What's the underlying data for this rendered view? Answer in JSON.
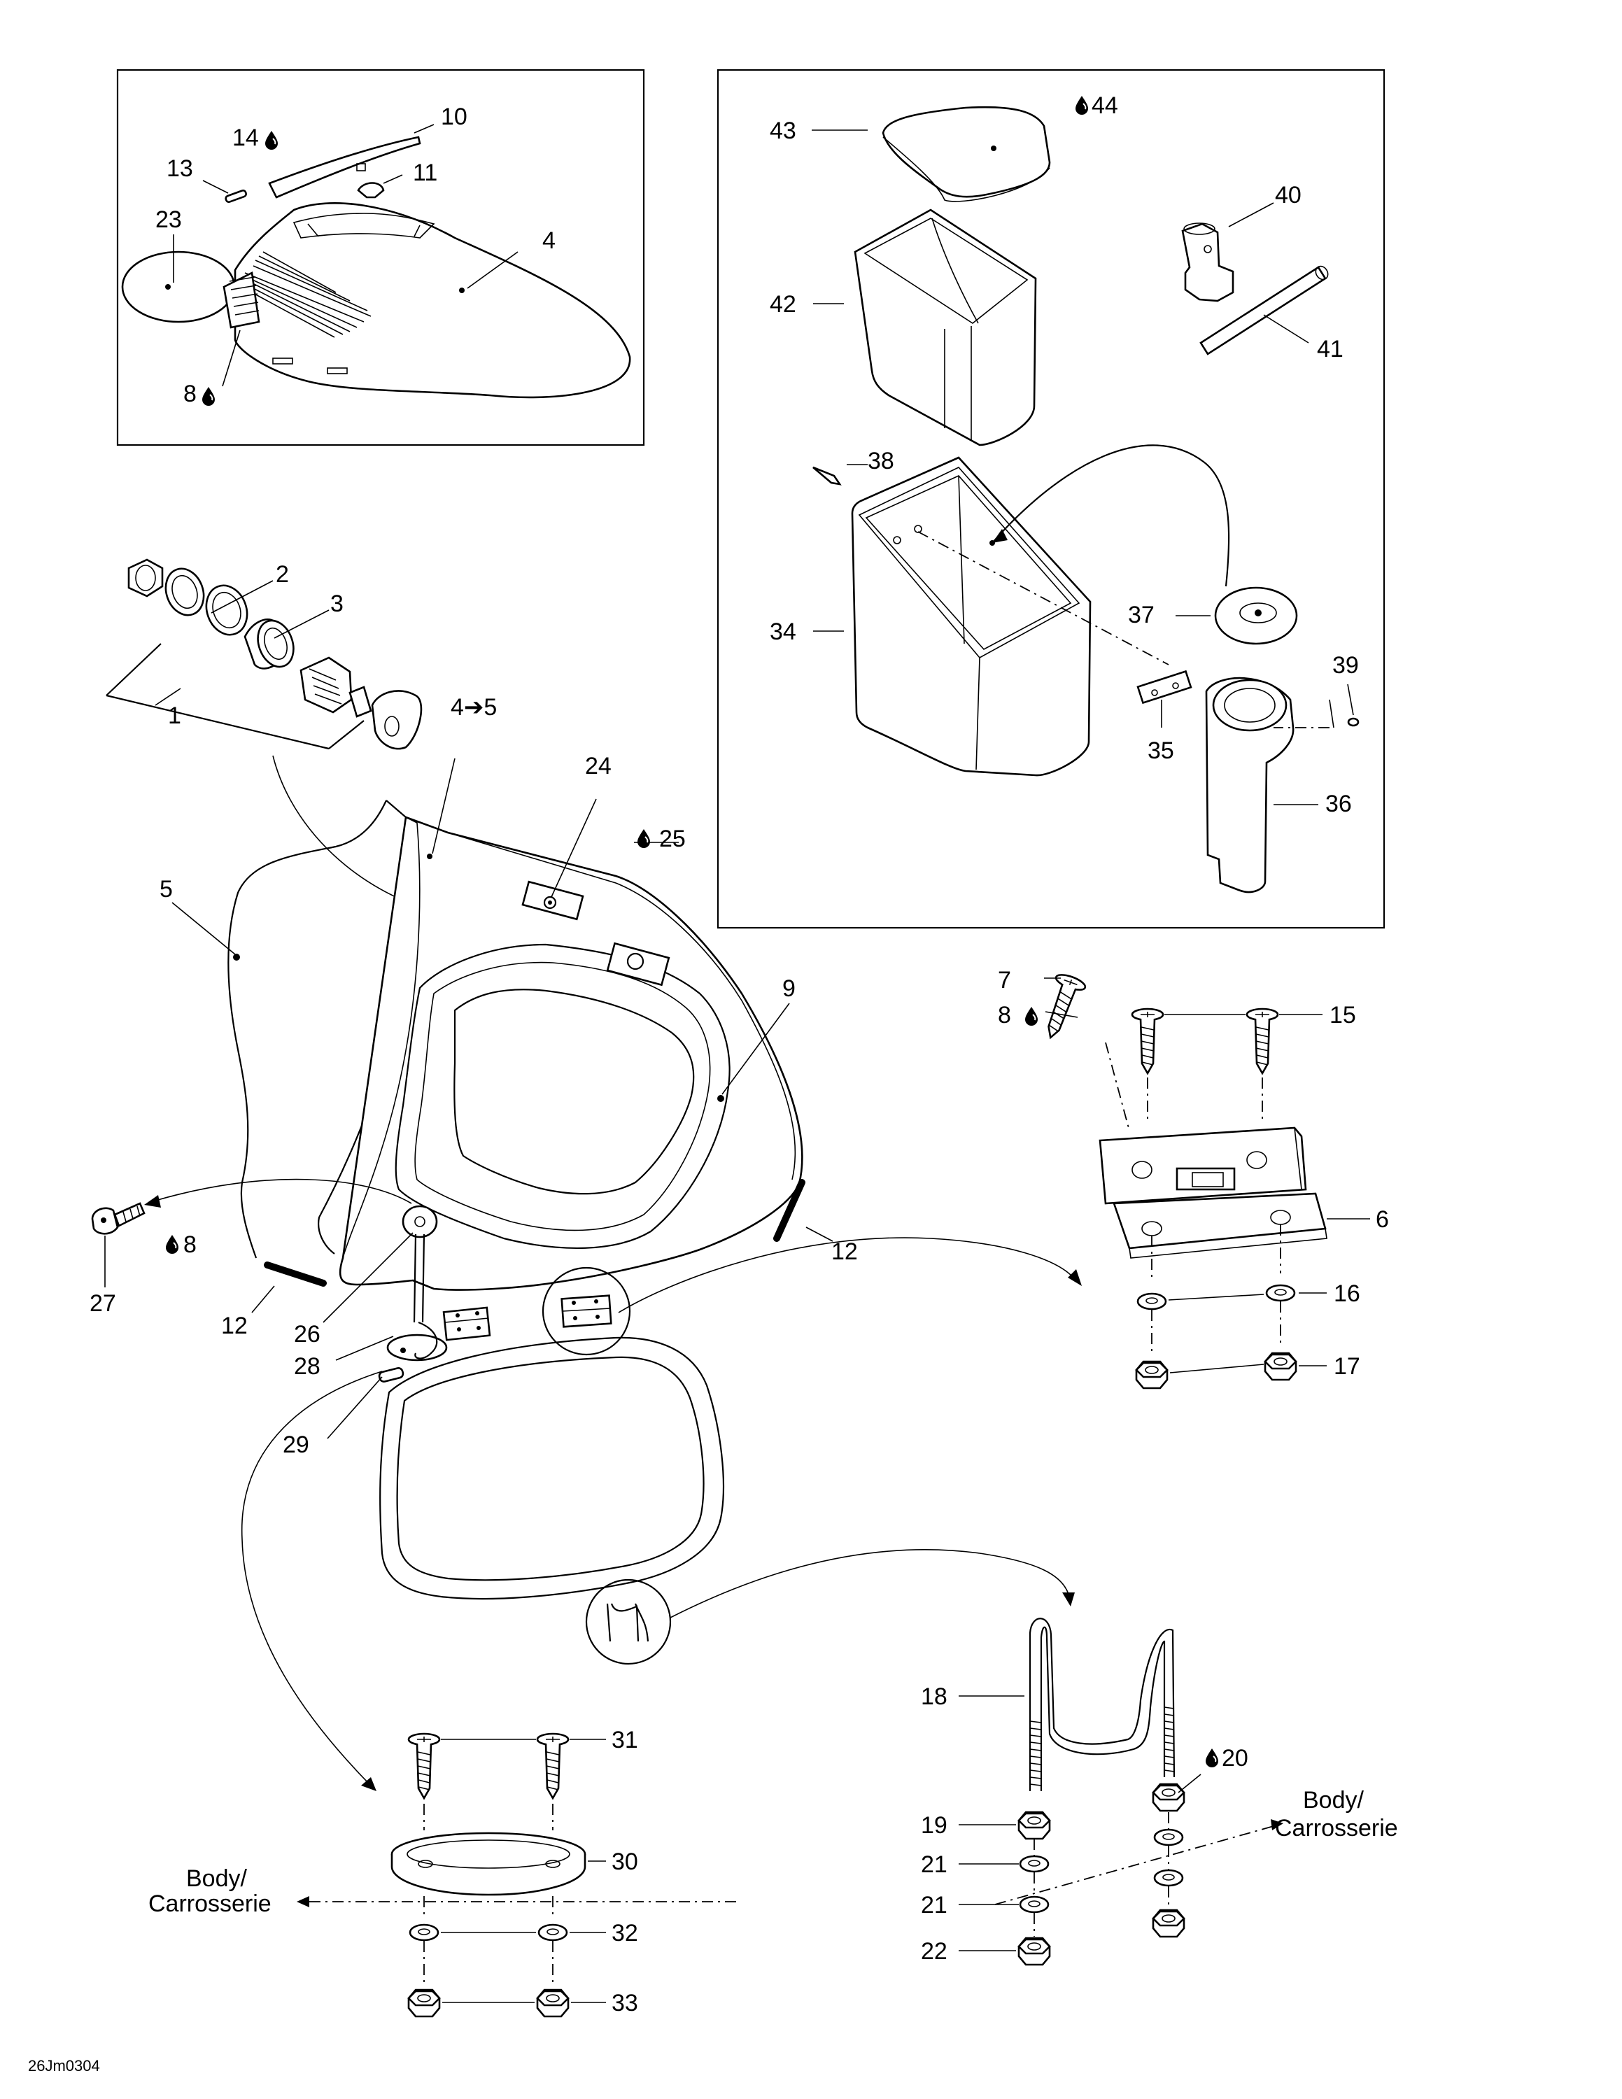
{
  "diagram_code": "26Jm0304",
  "body_label_line1": "Body/",
  "body_label_line2": "Carrosserie",
  "callouts": {
    "c1": "1",
    "c2": "2",
    "c3": "3",
    "c4": "4",
    "c4to5": "4➔5",
    "c5": "5",
    "c6": "6",
    "c7": "7",
    "c8a": "8",
    "c8b": "8",
    "c8c": "8",
    "c9": "9",
    "c10": "10",
    "c11": "11",
    "c12a": "12",
    "c12b": "12",
    "c13": "13",
    "c14": "14",
    "c15": "15",
    "c16": "16",
    "c17": "17",
    "c18": "18",
    "c19": "19",
    "c20": "20",
    "c21a": "21",
    "c21b": "21",
    "c22": "22",
    "c23": "23",
    "c24": "24",
    "c25": "25",
    "c26": "26",
    "c27": "27",
    "c28": "28",
    "c29": "29",
    "c30": "30",
    "c31": "31",
    "c32": "32",
    "c33": "33",
    "c34": "34",
    "c35": "35",
    "c36": "36",
    "c37": "37",
    "c38": "38",
    "c39": "39",
    "c40": "40",
    "c41": "41",
    "c42": "42",
    "c43": "43",
    "c44": "44"
  }
}
